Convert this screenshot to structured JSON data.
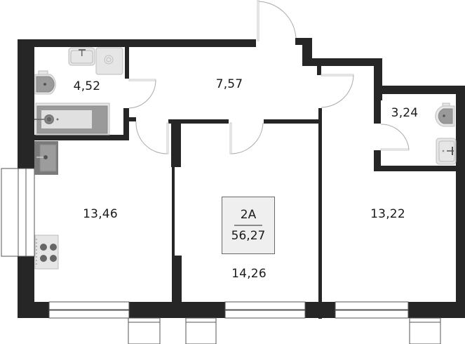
{
  "apartment": {
    "type_label": "2A",
    "total_area": "56,27"
  },
  "rooms": [
    {
      "id": "bathroom",
      "label": "4,52"
    },
    {
      "id": "hallway",
      "label": "7,57"
    },
    {
      "id": "toilet",
      "label": "3,24"
    },
    {
      "id": "kitchen",
      "label": "13,46"
    },
    {
      "id": "living-room",
      "label": "14,26"
    },
    {
      "id": "bedroom",
      "label": "13,22"
    }
  ],
  "fixtures": {
    "bathroom": [
      "washbasin-icon",
      "washing-machine-icon",
      "toilet-icon",
      "bathtub-icon"
    ],
    "kitchen": [
      "sink-icon",
      "stove-icon"
    ],
    "toilet": [
      "toilet-icon",
      "washbasin-icon"
    ]
  },
  "colors": {
    "wall": "#262626",
    "badge_bg": "#efefef",
    "fixture_gray": "#9a9a9a",
    "text": "#1a1a1a"
  }
}
